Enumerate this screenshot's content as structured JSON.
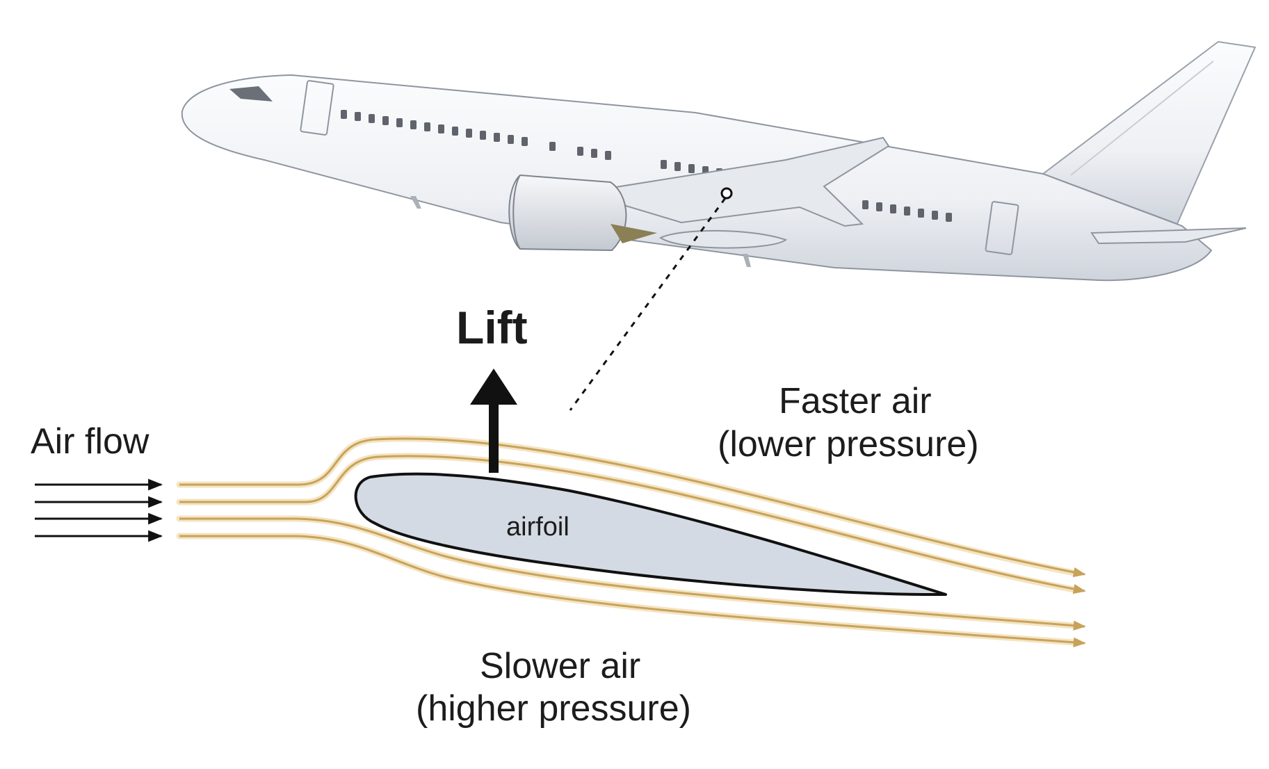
{
  "labels": {
    "lift": "Lift",
    "air_flow": "Air flow",
    "faster_air_line1": "Faster air",
    "faster_air_line2": "(lower pressure)",
    "slower_air_line1": "Slower air",
    "slower_air_line2": "(higher pressure)",
    "airfoil": "airfoil"
  },
  "colors": {
    "streamline": "#c9a25a",
    "streamline_glow": "#f3e4c2",
    "airfoil_fill": "#d4dae3",
    "outline": "#111111",
    "fuselage": "#f1f3f6",
    "fuselage_shade": "#d9dde4"
  },
  "icons": [
    "airplane-illustration",
    "lift-arrow-icon",
    "airflow-arrow-icon"
  ]
}
